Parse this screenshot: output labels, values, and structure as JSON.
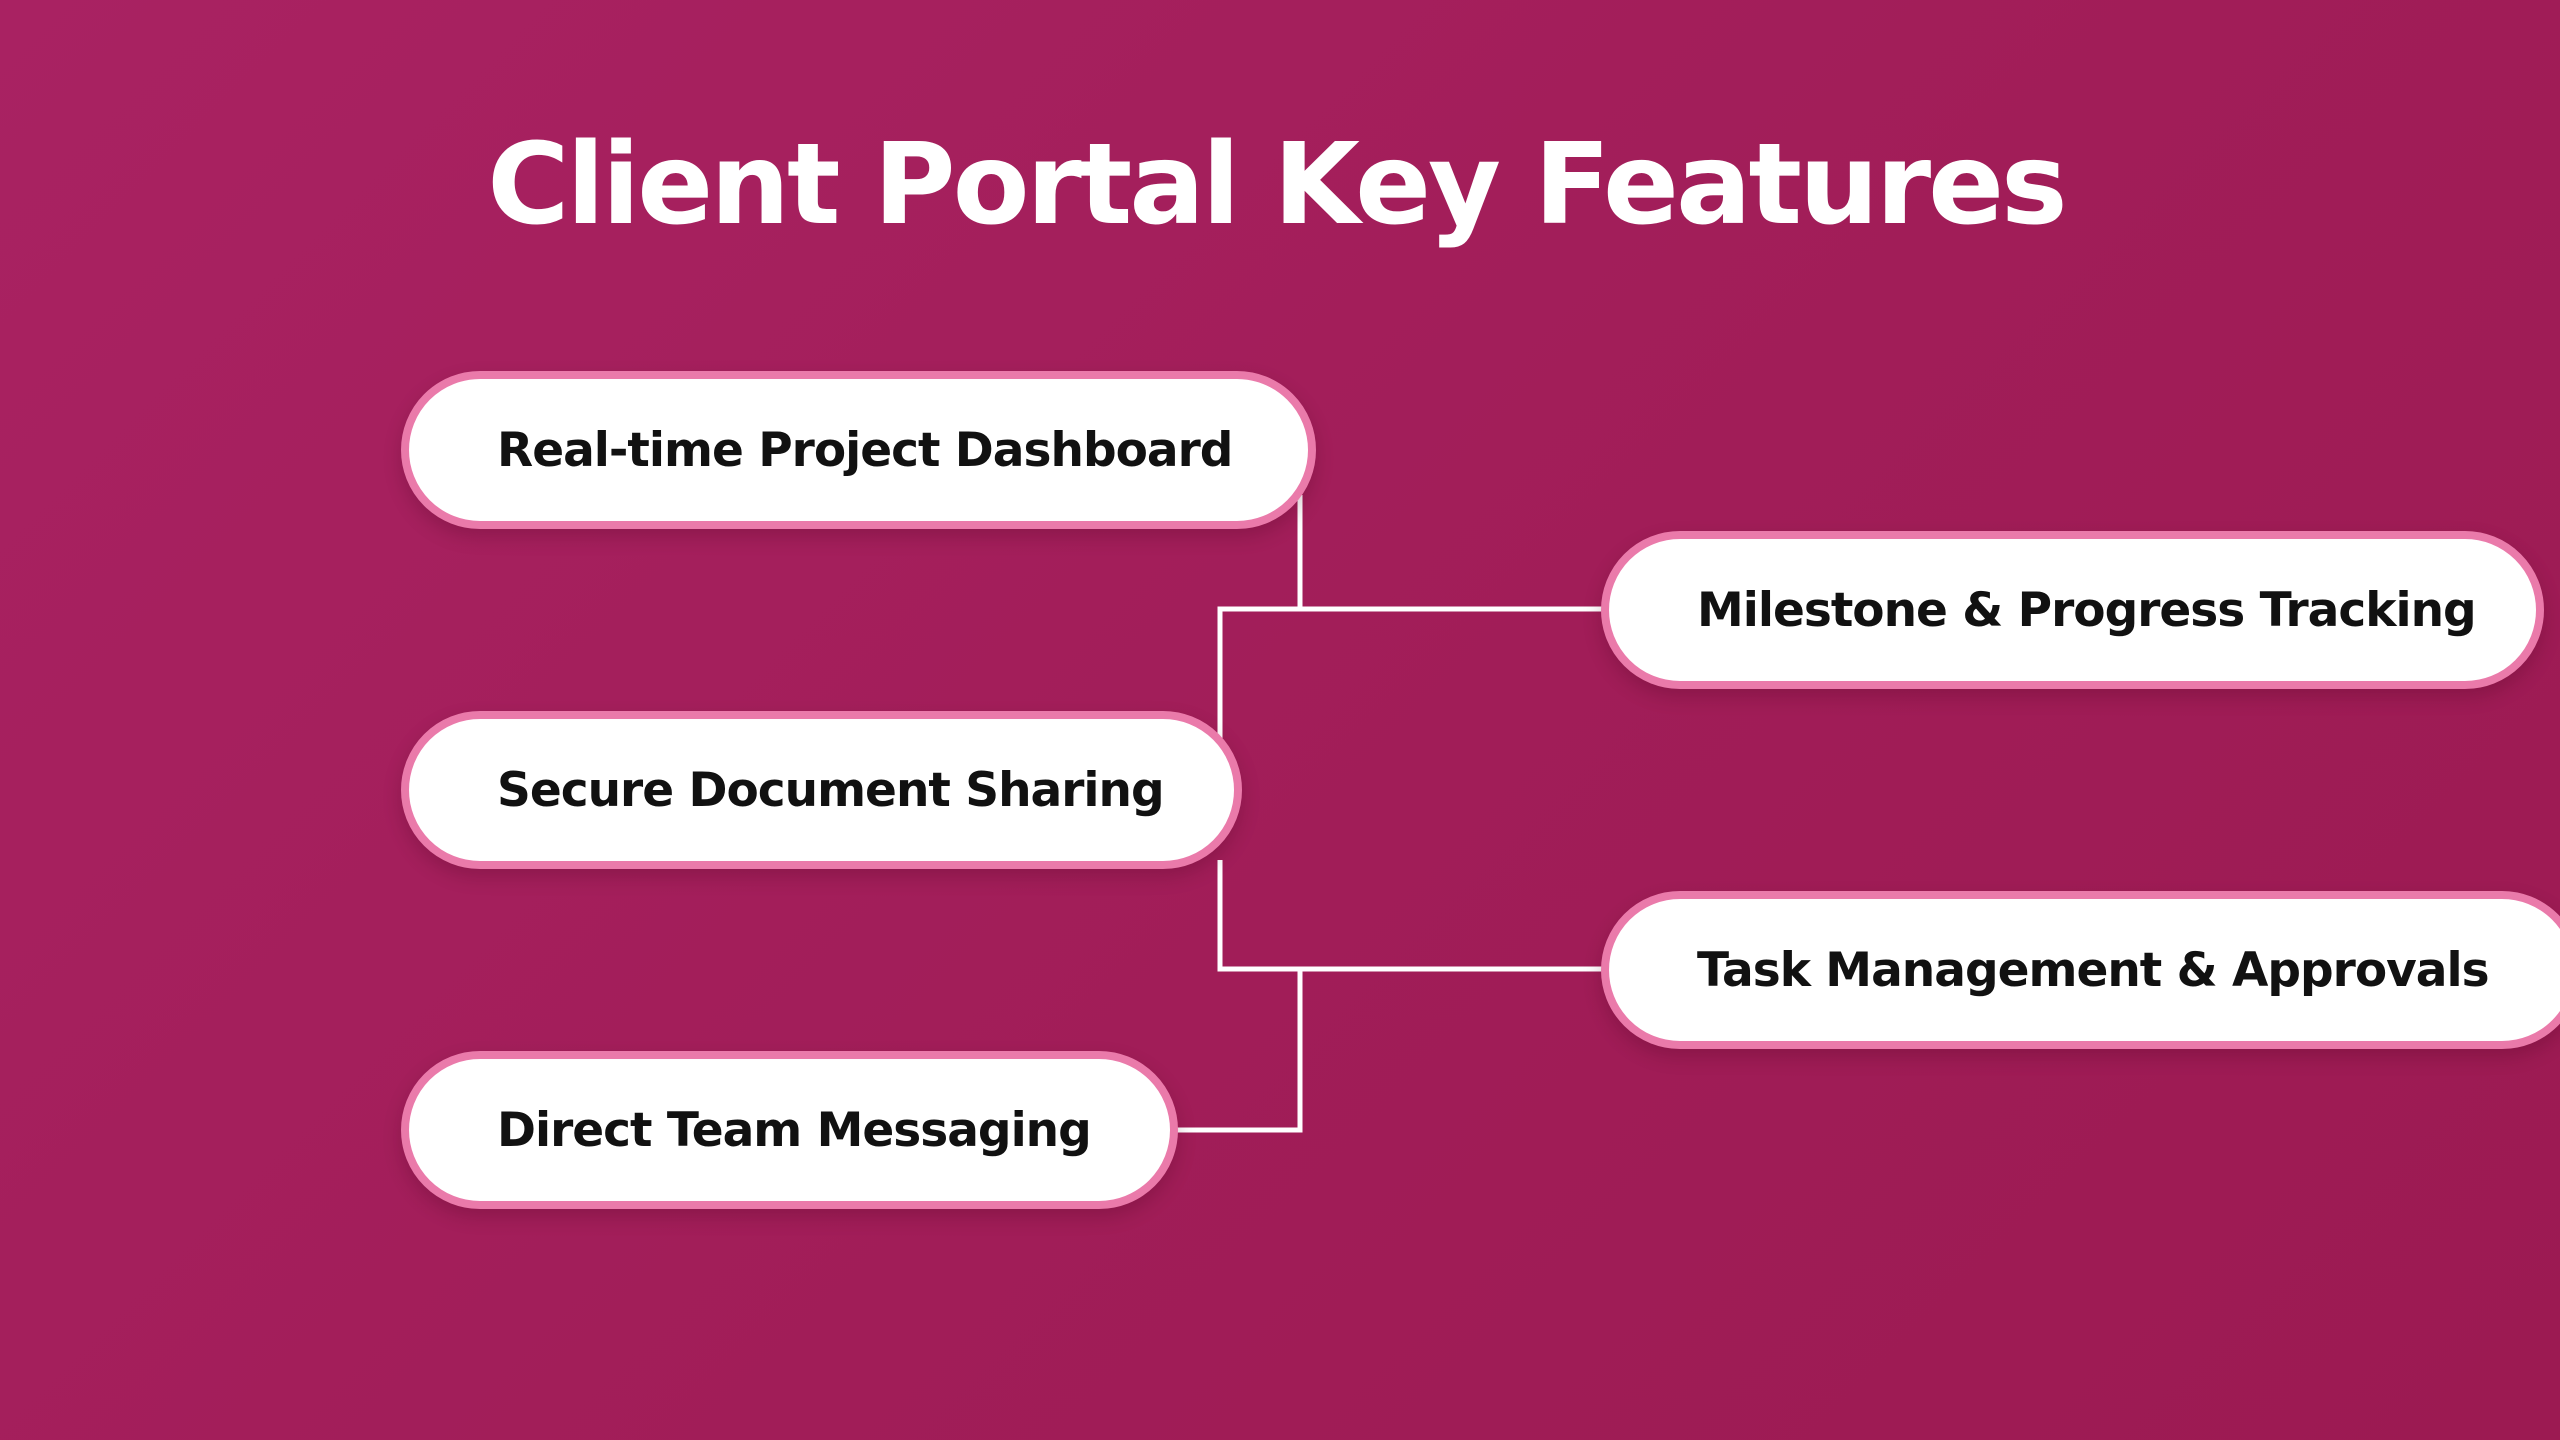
{
  "slide": {
    "title": "Client Portal Key Features"
  },
  "features": {
    "left": [
      {
        "label": "Real-time Project Dashboard"
      },
      {
        "label": "Secure Document Sharing"
      },
      {
        "label": "Direct Team Messaging"
      }
    ],
    "right": [
      {
        "label": "Milestone & Progress Tracking"
      },
      {
        "label": "Task Management & Approvals"
      }
    ]
  },
  "colors": {
    "background": "#a11d58",
    "pill_fill": "#ffffff",
    "pill_border": "#ea7aaa",
    "connector": "#ffffff",
    "title_text": "#ffffff",
    "label_text": "#111111"
  }
}
